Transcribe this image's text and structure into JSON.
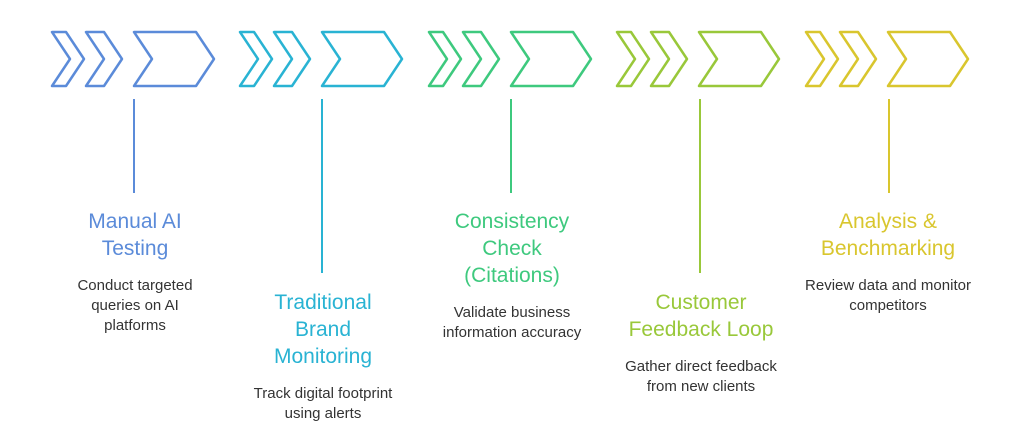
{
  "steps": [
    {
      "title": "Manual AI Testing",
      "description": "Conduct targeted queries on AI platforms",
      "color": "#5b8bd9"
    },
    {
      "title": "Traditional Brand Monitoring",
      "description": "Track digital footprint using alerts",
      "color": "#29b3d3"
    },
    {
      "title": "Consistency Check (Citations)",
      "description": "Validate business information accuracy",
      "color": "#3ec97e"
    },
    {
      "title": "Customer Feedback Loop",
      "description": "Gather direct feedback from new clients",
      "color": "#99c83a"
    },
    {
      "title": "Analysis & Benchmarking",
      "description": "Review data and monitor competitors",
      "color": "#d9c62e"
    }
  ]
}
